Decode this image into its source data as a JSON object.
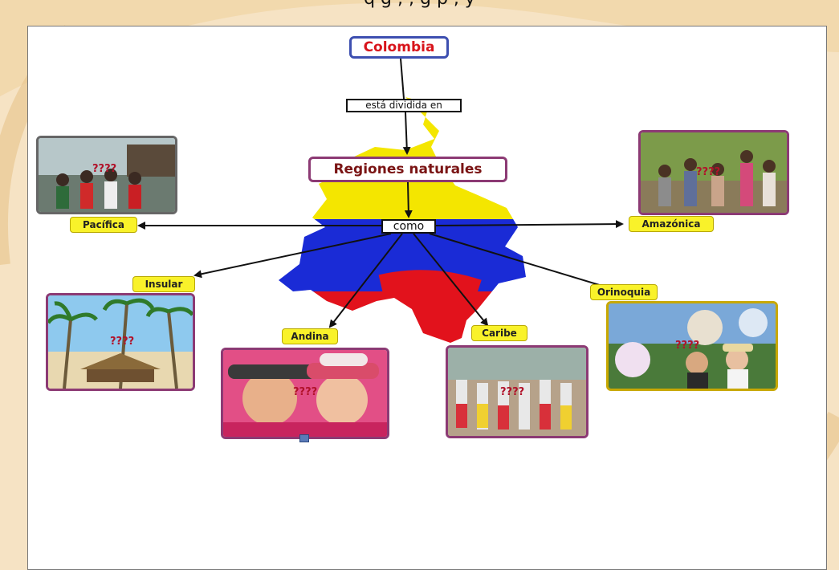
{
  "top_caption": "q             g              ,        ,       g    p      ,           y",
  "diagram": {
    "title": "Colombia",
    "link_1": "está dividida en",
    "center": "Regiones naturales",
    "link_2": "como",
    "regions": [
      {
        "key": "pacifica",
        "label": "Pacífica",
        "marks": "????"
      },
      {
        "key": "amazonica",
        "label": "Amazónica",
        "marks": "????"
      },
      {
        "key": "insular",
        "label": "Insular",
        "marks": "????"
      },
      {
        "key": "andina",
        "label": "Andina",
        "marks": "????"
      },
      {
        "key": "caribe",
        "label": "Caribe",
        "marks": "????"
      },
      {
        "key": "orinoquia",
        "label": "Orinoquia",
        "marks": "????"
      }
    ]
  },
  "colors": {
    "flag_yellow": "#f4e600",
    "flag_blue": "#1a2bd6",
    "flag_red": "#e2121c",
    "label_yellow": "#f9f22a",
    "photo_frame": "#8c3a74",
    "title_border": "#3d4fb0",
    "title_text": "#d8141b",
    "background": "#f6e3c4"
  }
}
